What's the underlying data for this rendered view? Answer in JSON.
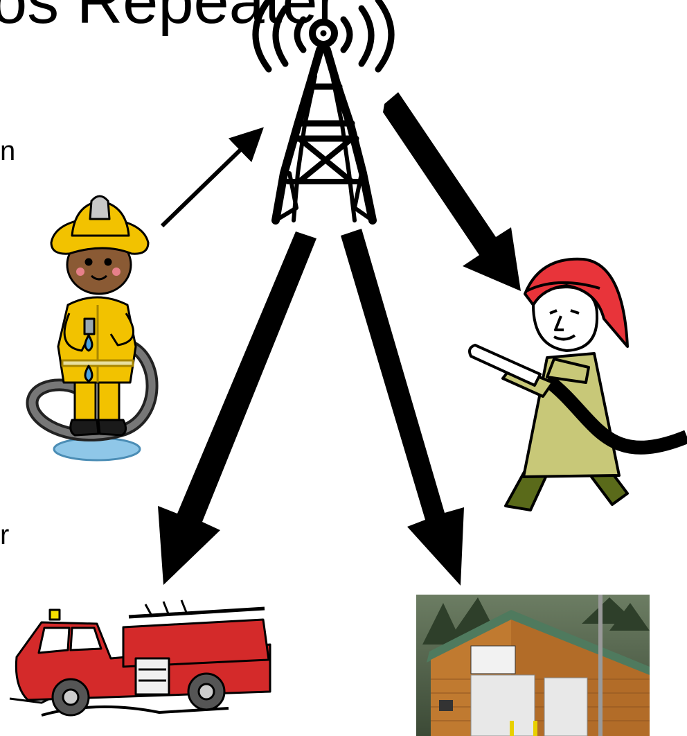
{
  "slide": {
    "title": "os Repeater",
    "left_text_top": "n",
    "left_text_bottom": "r"
  },
  "icons": {
    "tower": "radio-tower-icon",
    "firefighter_left": "firefighter-with-hose-icon",
    "firefighter_right": "firefighter-with-nozzle-icon",
    "fire_truck": "fire-truck-icon",
    "fire_station": "fire-station-photo"
  },
  "colors": {
    "arrow": "#000000",
    "helmet_yellow": "#f2c200",
    "helmet_red": "#e8343a",
    "truck_red": "#d42a2a",
    "coat_khaki": "#c8c878",
    "building_wood": "#c07a30",
    "roof_green": "#4f7a5e"
  }
}
